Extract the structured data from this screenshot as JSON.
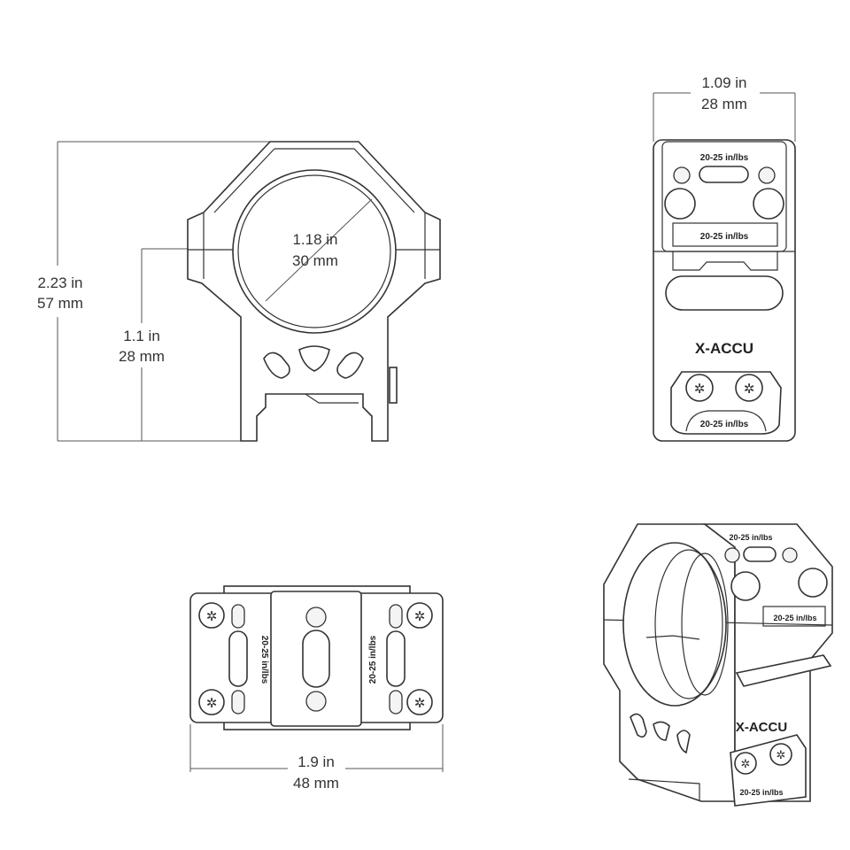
{
  "front_view": {
    "height_total": {
      "in": "2.23 in",
      "mm": "57 mm"
    },
    "height_center": {
      "in": "1.1 in",
      "mm": "28 mm"
    },
    "ring_diameter": {
      "in": "1.18 in",
      "mm": "30 mm"
    }
  },
  "side_view": {
    "width": {
      "in": "1.09 in",
      "mm": "28 mm"
    },
    "torque_top": "20-25 in/lbs",
    "torque_middle": "20-25 in/lbs",
    "torque_bottom": "20-25 in/lbs",
    "brand": "X-ACCU"
  },
  "top_view": {
    "length": {
      "in": "1.9 in",
      "mm": "48 mm"
    },
    "torque_left": "20-25 in/lbs",
    "torque_right": "20-25 in/lbs"
  },
  "iso_view": {
    "torque_top": "20-25 in/lbs",
    "torque_middle": "20-25 in/lbs",
    "torque_bottom": "20-25 in/lbs",
    "brand": "X-ACCU"
  }
}
